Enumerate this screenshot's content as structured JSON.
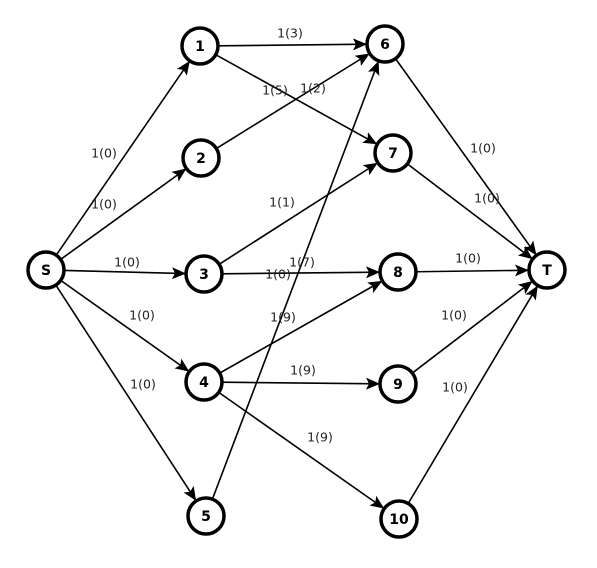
{
  "nodes": [
    {
      "id": "S",
      "label": "S"
    },
    {
      "id": "1",
      "label": "1"
    },
    {
      "id": "2",
      "label": "2"
    },
    {
      "id": "3",
      "label": "3"
    },
    {
      "id": "4",
      "label": "4"
    },
    {
      "id": "5",
      "label": "5"
    },
    {
      "id": "6",
      "label": "6"
    },
    {
      "id": "7",
      "label": "7"
    },
    {
      "id": "8",
      "label": "8"
    },
    {
      "id": "9",
      "label": "9"
    },
    {
      "id": "10",
      "label": "10"
    },
    {
      "id": "T",
      "label": "T"
    }
  ],
  "edges": [
    {
      "from": "S",
      "to": "1",
      "label": "1(0)"
    },
    {
      "from": "S",
      "to": "2",
      "label": "1(0)"
    },
    {
      "from": "S",
      "to": "3",
      "label": "1(0)"
    },
    {
      "from": "S",
      "to": "4",
      "label": "1(0)"
    },
    {
      "from": "S",
      "to": "5",
      "label": "1(0)"
    },
    {
      "from": "1",
      "to": "6",
      "label": "1(3)"
    },
    {
      "from": "1",
      "to": "7",
      "label": "1(5)"
    },
    {
      "from": "2",
      "to": "6",
      "label": "1(2)"
    },
    {
      "from": "3",
      "to": "7",
      "label": "1(1)"
    },
    {
      "from": "3",
      "to": "8",
      "label": "1(0)"
    },
    {
      "from": "4",
      "to": "8",
      "label": "1(9)"
    },
    {
      "from": "4",
      "to": "9",
      "label": "1(9)"
    },
    {
      "from": "4",
      "to": "10",
      "label": "1(9)"
    },
    {
      "from": "5",
      "to": "6",
      "label": "1(7)"
    },
    {
      "from": "6",
      "to": "T",
      "label": "1(0)"
    },
    {
      "from": "7",
      "to": "T",
      "label": "1(0)"
    },
    {
      "from": "8",
      "to": "T",
      "label": "1(0)"
    },
    {
      "from": "9",
      "to": "T",
      "label": "1(0)"
    },
    {
      "from": "10",
      "to": "T",
      "label": "1(0)"
    }
  ]
}
